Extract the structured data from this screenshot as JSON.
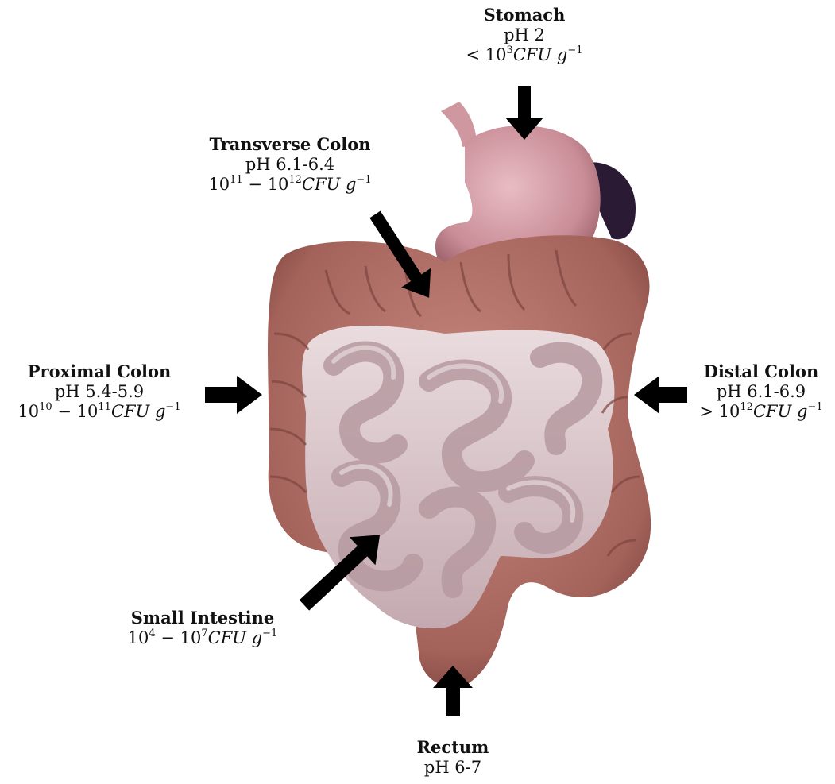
{
  "labels": {
    "stomach": {
      "title": "Stomach",
      "ph": "pH 2",
      "cfu_prefix": "<",
      "cfu_base": "10",
      "cfu_exp": "3",
      "cfu_unit": "CFU",
      "cfu_g": "g",
      "cfu_gexp": "−1"
    },
    "transverse": {
      "title": "Transverse Colon",
      "ph": "pH 6.1-6.4",
      "cfu_a_base": "10",
      "cfu_a_exp": "11",
      "cfu_dash": "−",
      "cfu_b_base": "10",
      "cfu_b_exp": "12",
      "cfu_unit": "CFU",
      "cfu_g": "g",
      "cfu_gexp": "−1"
    },
    "proximal": {
      "title": "Proximal Colon",
      "ph": "pH 5.4-5.9",
      "cfu_a_base": "10",
      "cfu_a_exp": "10",
      "cfu_dash": "−",
      "cfu_b_base": "10",
      "cfu_b_exp": "11",
      "cfu_unit": "CFU",
      "cfu_g": "g",
      "cfu_gexp": "−1"
    },
    "distal": {
      "title": "Distal Colon",
      "ph": "pH 6.1-6.9",
      "cfu_prefix": ">",
      "cfu_base": "10",
      "cfu_exp": "12",
      "cfu_unit": "CFU",
      "cfu_g": "g",
      "cfu_gexp": "−1"
    },
    "small": {
      "title": "Small Intestine",
      "cfu_a_base": "10",
      "cfu_a_exp": "4",
      "cfu_dash": "−",
      "cfu_b_base": "10",
      "cfu_b_exp": "7",
      "cfu_unit": "CFU",
      "cfu_g": "g",
      "cfu_gexp": "−1"
    },
    "rectum": {
      "title": "Rectum",
      "ph": "pH 6-7"
    }
  },
  "colors": {
    "colon": "#a8665e",
    "colon_dark": "#7d4540",
    "small_intestine": "#d9c3c6",
    "small_intestine_dark": "#a88e93",
    "stomach": "#d19aa3",
    "spleen": "#2b1a33",
    "arrow": "#000000"
  }
}
